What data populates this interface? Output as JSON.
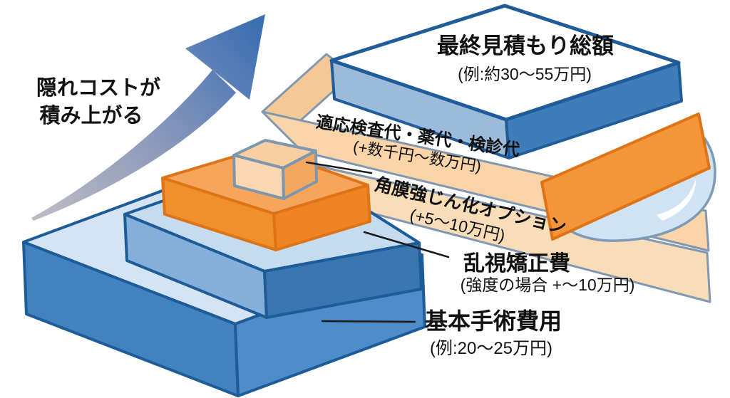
{
  "note": {
    "line1": "隠れコストが",
    "line2": "積み上がる"
  },
  "labels": {
    "total": {
      "title": "最終見積もり総額",
      "sub": "(例:約30〜55万円)"
    },
    "exam": {
      "title": "適応検査代・薬代・検診代",
      "sub": "(+数千円〜数万円)"
    },
    "option": {
      "title": "角膜強じん化オプション",
      "sub": "(+5〜10万円)"
    },
    "astigmatism": {
      "title": "乱視矯正費",
      "sub": "(強度の場合 +〜10万円)"
    },
    "base": {
      "title": "基本手術費用",
      "sub": "(例:20〜25万円)"
    }
  },
  "colors": {
    "outline_blue": "#1e5c98",
    "box_blue_front": "#4282c0",
    "box_blue_top": "#d4e4f4",
    "layer_lightblue_top": "#c4dbf0",
    "orange_face": "#f0902c",
    "orange_outline": "#de7417",
    "peach_face": "#f8d4a8",
    "peach_outline": "#8298b0",
    "lens_fill": "#cfe3f4",
    "arrow_blue": "#3d6fb3",
    "text_color": "#111111"
  }
}
